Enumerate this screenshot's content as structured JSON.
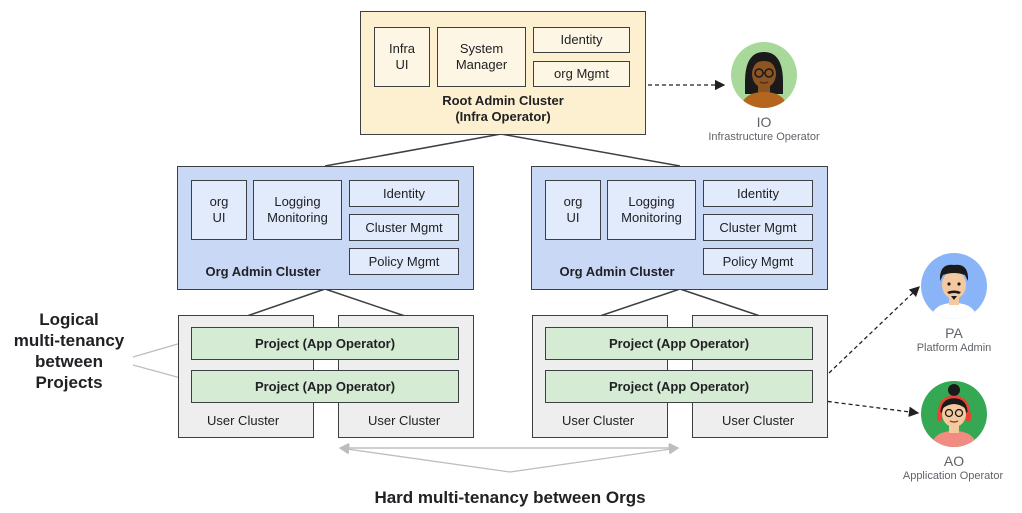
{
  "root": {
    "components": [
      "Infra\nUI",
      "System\nManager",
      "Identity",
      "org Mgmt"
    ],
    "title": "Root Admin Cluster\n(Infra Operator)"
  },
  "orgs": [
    {
      "components": [
        "org\nUI",
        "Logging\nMonitoring",
        "Identity",
        "Cluster Mgmt",
        "Policy Mgmt"
      ],
      "title": "Org Admin Cluster",
      "projects": [
        "Project (App Operator)",
        "Project (App Operator)"
      ],
      "user_clusters": [
        "User Cluster",
        "User Cluster"
      ]
    },
    {
      "components": [
        "org\nUI",
        "Logging\nMonitoring",
        "Identity",
        "Cluster Mgmt",
        "Policy Mgmt"
      ],
      "title": "Org Admin Cluster",
      "projects": [
        "Project (App Operator)",
        "Project  (App Operator)"
      ],
      "user_clusters": [
        "User Cluster",
        "User Cluster"
      ]
    }
  ],
  "labels": {
    "logical": "Logical\nmulti-tenancy\nbetween\nProjects",
    "hard": "Hard multi-tenancy between Orgs"
  },
  "personas": [
    {
      "abbr": "IO",
      "name": "Infrastructure Operator",
      "color": "#a8d89a"
    },
    {
      "abbr": "PA",
      "name": "Platform Admin",
      "color": "#8ab4f8"
    },
    {
      "abbr": "AO",
      "name": "Application Operator",
      "color": "#34a853"
    }
  ],
  "colors": {
    "root_fill": "#fdf0d0",
    "org_fill": "#c9d8f5",
    "project_fill": "#d6ebd3",
    "user_cluster_fill": "#eeeeee"
  }
}
